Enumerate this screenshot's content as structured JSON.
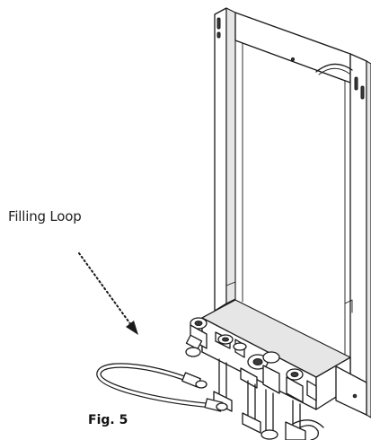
{
  "figure": {
    "callout_label": "Filling Loop",
    "caption": "Fig. 5"
  },
  "icons": {
    "callout_arrow": "dotted-arrow-icon",
    "subject": "boiler-wall-frame-with-valve-assembly"
  }
}
